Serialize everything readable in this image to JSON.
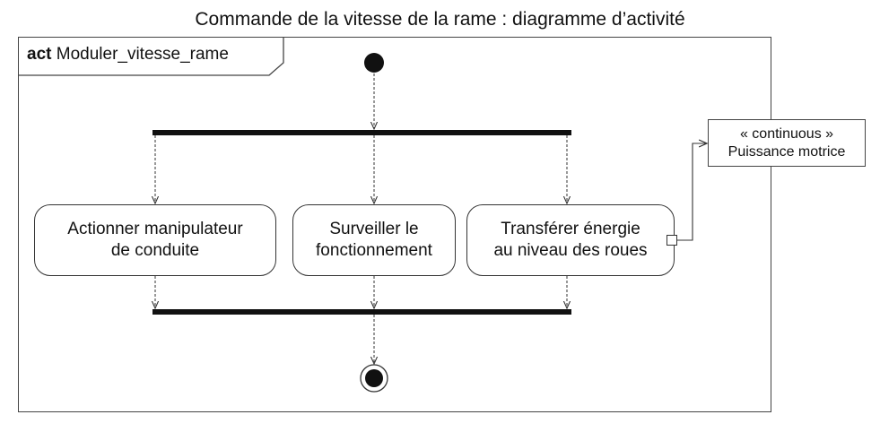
{
  "title": "Commande de la vitesse de la rame : diagramme d’activité",
  "frame": {
    "keyword": "act",
    "name": "Moduler_vitesse_rame"
  },
  "actions": [
    {
      "id": "a1",
      "lines": [
        "Actionner manipulateur",
        "de conduite"
      ]
    },
    {
      "id": "a2",
      "lines": [
        "Surveiller le",
        "fonctionnement"
      ]
    },
    {
      "id": "a3",
      "lines": [
        "Transférer énergie",
        "au niveau des roues"
      ]
    }
  ],
  "note": {
    "stereotype": "« continuous »",
    "label": "Puissance motrice"
  },
  "colors": {
    "stroke": "#333333",
    "node_fill": "#111111",
    "background": "#ffffff"
  }
}
